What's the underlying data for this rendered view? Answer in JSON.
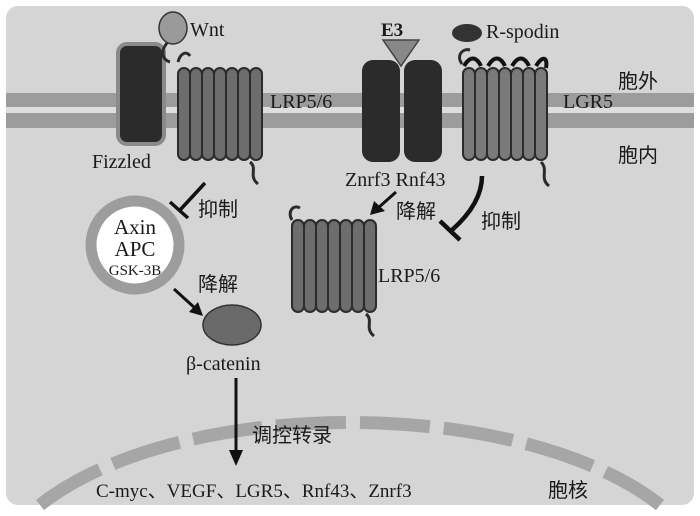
{
  "labels": {
    "wnt": "Wnt",
    "lrp_top": "LRP5/6",
    "fizzled": "Fizzled",
    "e3": "E3",
    "rspondin": "R-spodin",
    "lgr5": "LGR5",
    "extracellular": "胞外",
    "intracellular": "胞内",
    "znrf3_rnf43": "Znrf3 Rnf43",
    "inhibit_left": "抑制",
    "inhibit_right": "抑制",
    "degrade_top": "降解",
    "degrade_bottom": "降解",
    "lrp_bottom": "LRP5/6",
    "axin": "Axin",
    "apc": "APC",
    "gsk": "GSK-3B",
    "beta_catenin": "β-catenin",
    "regulate_transcription": "调控转录",
    "target_genes": "C-myc、VEGF、LGR5、Rnf43、Znrf3",
    "nucleus": "胞核"
  }
}
